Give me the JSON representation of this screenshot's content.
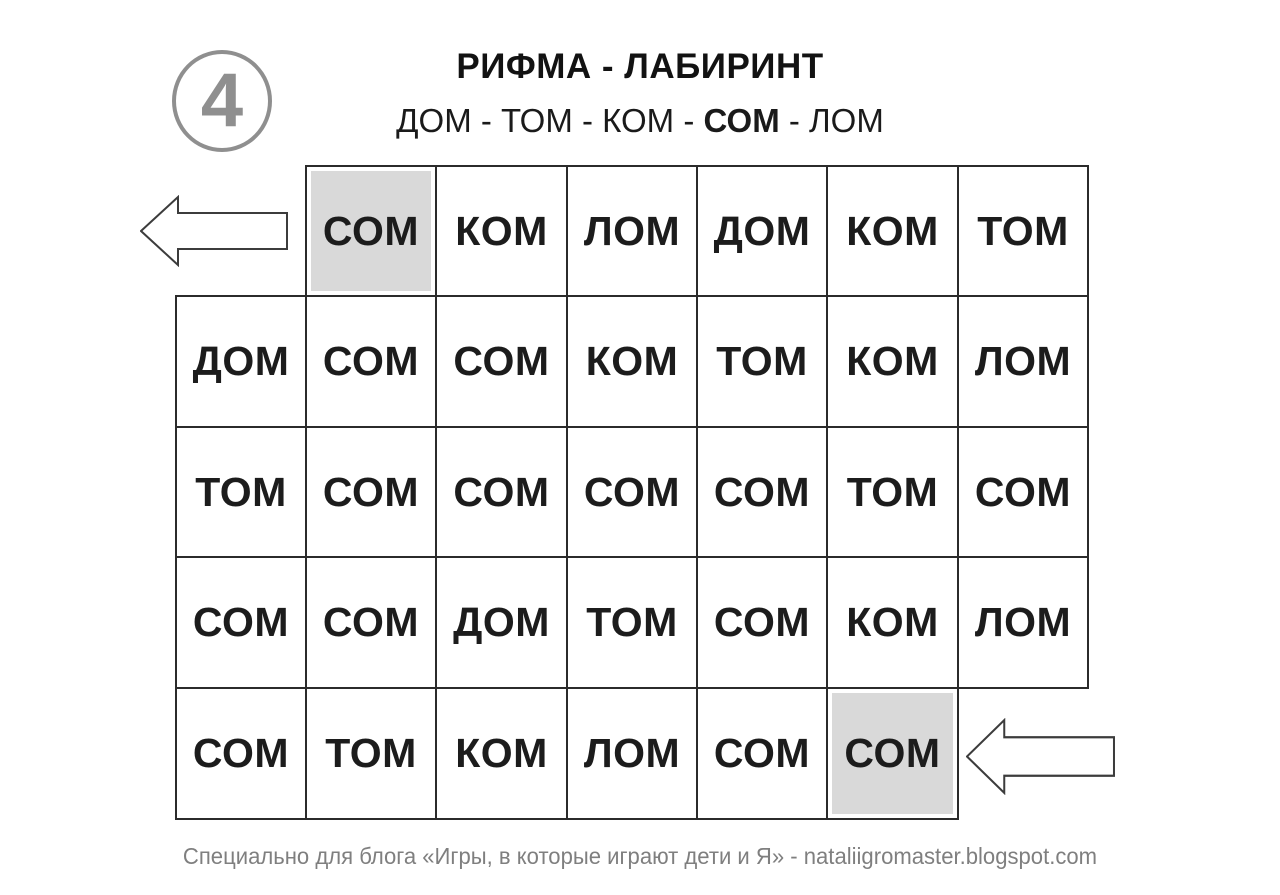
{
  "header": {
    "number": "4",
    "title": "РИФМА - ЛАБИРИНТ",
    "word_list_prefix": "ДОМ - ТОМ - КОМ - ",
    "word_list_bold": "СОМ",
    "word_list_suffix": " - ЛОМ"
  },
  "maze": {
    "rows": [
      {
        "start_col": 1,
        "cells": [
          {
            "word": "СОМ",
            "shaded": true
          },
          {
            "word": "КОМ"
          },
          {
            "word": "ЛОМ"
          },
          {
            "word": "ДОМ"
          },
          {
            "word": "КОМ"
          },
          {
            "word": "ТОМ"
          }
        ]
      },
      {
        "start_col": 0,
        "cells": [
          {
            "word": "ДОМ"
          },
          {
            "word": "СОМ"
          },
          {
            "word": "СОМ"
          },
          {
            "word": "КОМ"
          },
          {
            "word": "ТОМ"
          },
          {
            "word": "КОМ"
          },
          {
            "word": "ЛОМ"
          }
        ]
      },
      {
        "start_col": 0,
        "cells": [
          {
            "word": "ТОМ"
          },
          {
            "word": "СОМ"
          },
          {
            "word": "СОМ"
          },
          {
            "word": "СОМ"
          },
          {
            "word": "СОМ"
          },
          {
            "word": "ТОМ"
          },
          {
            "word": "СОМ"
          }
        ]
      },
      {
        "start_col": 0,
        "cells": [
          {
            "word": "СОМ"
          },
          {
            "word": "СОМ"
          },
          {
            "word": "ДОМ"
          },
          {
            "word": "ТОМ"
          },
          {
            "word": "СОМ"
          },
          {
            "word": "КОМ"
          },
          {
            "word": "ЛОМ"
          }
        ]
      },
      {
        "start_col": 0,
        "cells": [
          {
            "word": "СОМ"
          },
          {
            "word": "ТОМ"
          },
          {
            "word": "КОМ"
          },
          {
            "word": "ЛОМ"
          },
          {
            "word": "СОМ"
          },
          {
            "word": "СОМ",
            "shaded": true
          }
        ]
      }
    ]
  },
  "arrows": {
    "exit_direction": "left",
    "entry_direction": "left"
  },
  "colors": {
    "shaded_cell": "#d9d9d9",
    "grid_line": "#2b2b2b",
    "word_text": "#1c1c1c",
    "badge": "#8f8f8f",
    "footer_text": "#7f7f7f"
  },
  "footer": {
    "text": "Специально для блога «Игры, в которые играют дети и Я» - nataliigromaster.blogspot.com"
  }
}
